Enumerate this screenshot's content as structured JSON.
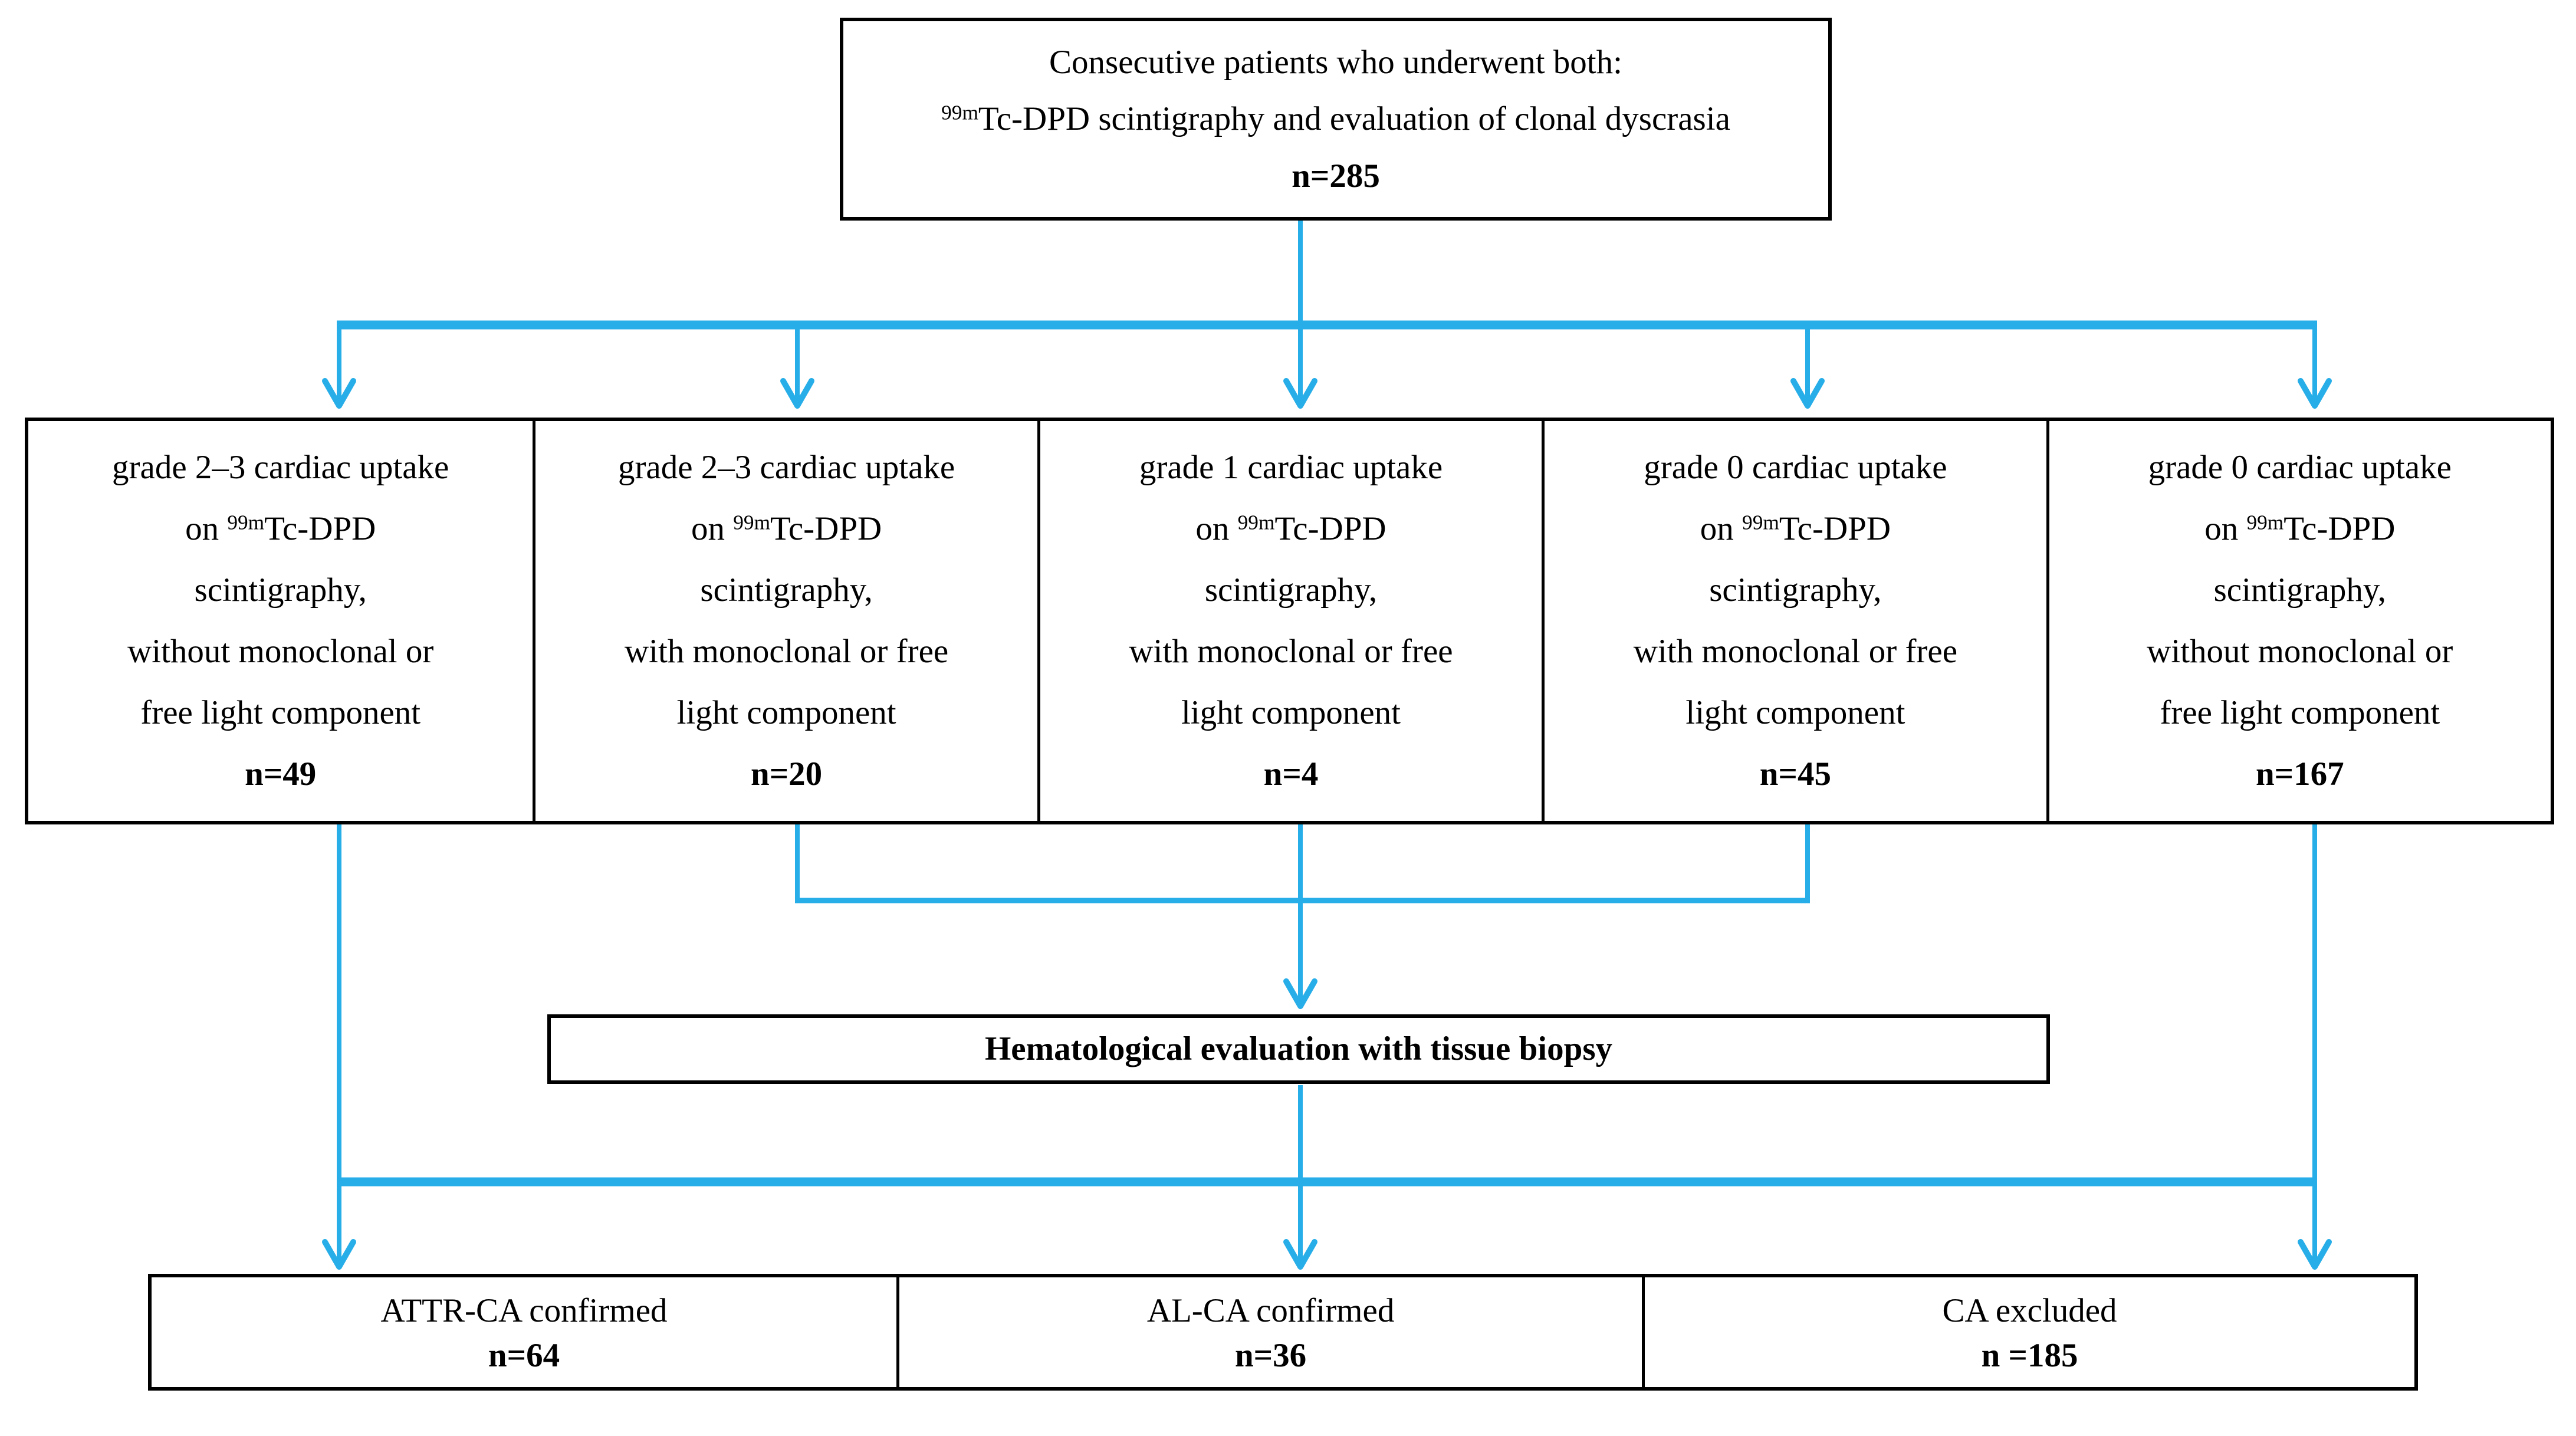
{
  "colors": {
    "connector": "#27AEE8",
    "border": "#000000",
    "text": "#000000",
    "background": "#FFFFFF"
  },
  "top_box": {
    "line1": "Consecutive patients who underwent both:",
    "line2_sup": "99m",
    "line2_rest": "Tc-DPD scintigraphy and evaluation of clonal dyscrasia",
    "n": "n=285"
  },
  "uptake_boxes": [
    {
      "line1": "grade 2–3 cardiac uptake",
      "line2_prefix": "on ",
      "line2_sup": "99m",
      "line2_rest": "Tc-DPD",
      "line3": "scintigraphy,",
      "line4": "without monoclonal or",
      "line5": "free light component",
      "n": "n=49"
    },
    {
      "line1": "grade 2–3 cardiac uptake",
      "line2_prefix": "on ",
      "line2_sup": "99m",
      "line2_rest": "Tc-DPD",
      "line3": "scintigraphy,",
      "line4": "with monoclonal or free",
      "line5": "light component",
      "n": "n=20"
    },
    {
      "line1": "grade 1 cardiac uptake",
      "line2_prefix": "on ",
      "line2_sup": "99m",
      "line2_rest": "Tc-DPD",
      "line3": "scintigraphy,",
      "line4": "with monoclonal or free",
      "line5": "light component",
      "n": "n=4"
    },
    {
      "line1": "grade 0 cardiac uptake",
      "line2_prefix": "on ",
      "line2_sup": "99m",
      "line2_rest": "Tc-DPD",
      "line3": "scintigraphy,",
      "line4": "with monoclonal or free",
      "line5": "light component",
      "n": "n=45"
    },
    {
      "line1": "grade 0 cardiac uptake",
      "line2_prefix": "on ",
      "line2_sup": "99m",
      "line2_rest": "Tc-DPD",
      "line3": "scintigraphy,",
      "line4": "without monoclonal or",
      "line5": "free light component",
      "n": "n=167"
    }
  ],
  "biopsy_box": {
    "label": "Hematological evaluation with tissue biopsy"
  },
  "outcome_boxes": [
    {
      "label": "ATTR-CA confirmed",
      "n": "n=64"
    },
    {
      "label": "AL-CA confirmed",
      "n": "n=36"
    },
    {
      "label": "CA excluded",
      "n": "n =185"
    }
  ]
}
